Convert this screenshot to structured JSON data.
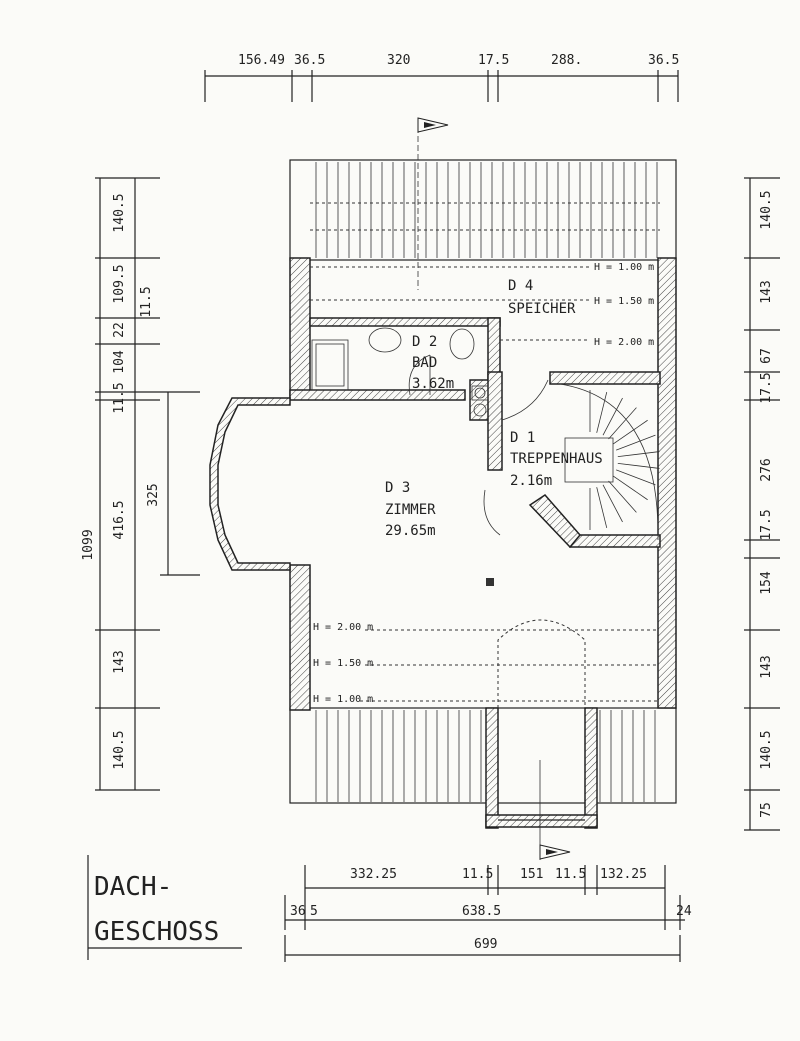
{
  "title": {
    "line1": "DACH-",
    "line2": "GESCHOSS"
  },
  "rooms": {
    "d4": {
      "code": "D 4",
      "name": "SPEICHER"
    },
    "d2": {
      "code": "D 2",
      "name": "BAD",
      "area": "3.62m"
    },
    "d3": {
      "code": "D 3",
      "name": "ZIMMER",
      "area": "29.65m"
    },
    "d1": {
      "code": "D 1",
      "name": "TREPPENHAUS",
      "area": "2.16m"
    }
  },
  "heights": {
    "speicher": [
      "H = 1.00 m",
      "H = 1.50 m",
      "H = 2.00 m"
    ],
    "zimmer": [
      "H = 2.00 m",
      "H = 1.50 m",
      "H = 1.00 m"
    ]
  },
  "dims_top": [
    "156.49",
    "36.5",
    "320",
    "17.5",
    "288.",
    "36.5"
  ],
  "dims_bottom_row1": [
    "332.25",
    "11.5",
    "151",
    "11.5",
    "132.25"
  ],
  "dims_bottom_row2": [
    "36",
    "5",
    "638.5",
    "24"
  ],
  "dims_bottom_total": "699",
  "dims_left_outer": [
    "140.5",
    "109.5",
    "22",
    "104",
    "11.5",
    "416.5",
    "143",
    "140.5"
  ],
  "dims_left_inner": [
    "11.5",
    "325"
  ],
  "dims_left_total": "1099",
  "dims_right": [
    "140.5",
    "143",
    "67",
    "17.5",
    "276",
    "17.5",
    "154",
    "143",
    "140.5",
    "75"
  ]
}
